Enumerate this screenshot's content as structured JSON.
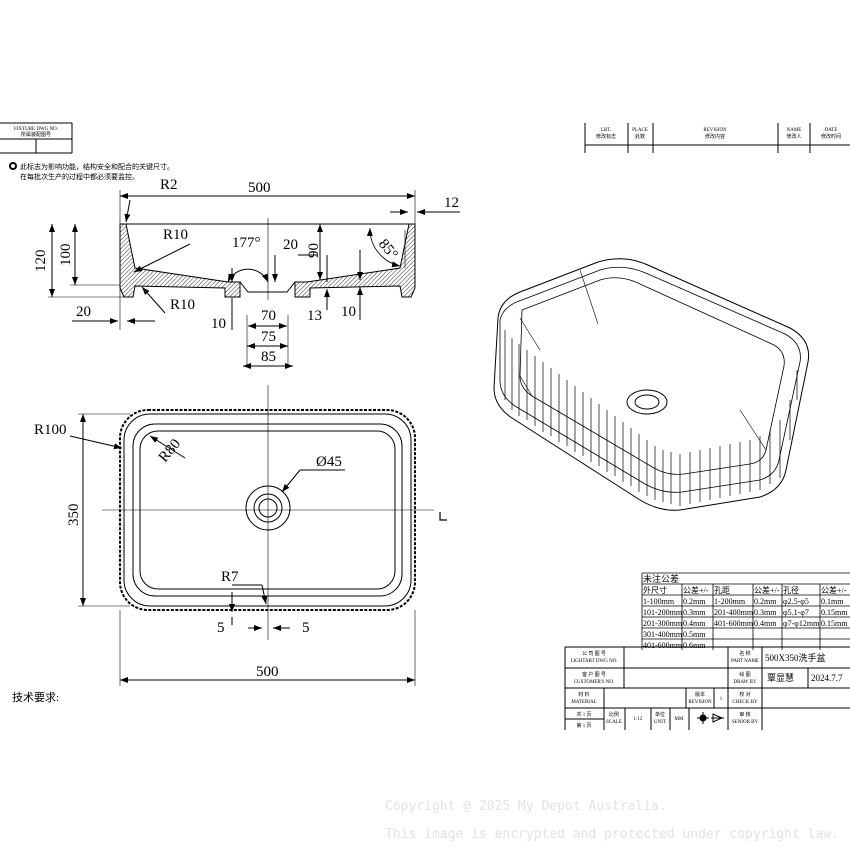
{
  "fixture_box": {
    "label_en": "FIXTURE DWG NO.",
    "label_cn": "所属装配图号"
  },
  "note": {
    "line1": "此标志为影响功能，结构安全和配合的关键尺寸。",
    "line2": "在每批次生产的过程中都必须要监控。"
  },
  "revision_header": [
    {
      "en": "LBT.",
      "cn": "修改标志"
    },
    {
      "en": "PLACE",
      "cn": "处数"
    },
    {
      "en": "REVISION",
      "cn": "修改内容"
    },
    {
      "en": "NAME",
      "cn": "修改人"
    },
    {
      "en": "DATE",
      "cn": "修改时间"
    }
  ],
  "section_view": {
    "r2": "R2",
    "width": "500",
    "rim": "12",
    "r10_top": "R10",
    "r10_bottom": "R10",
    "angle_drain": "177°",
    "d20": "20",
    "d90": "90",
    "angle_wall": "85°",
    "h120": "120",
    "h100": "100",
    "d20_foot": "20",
    "d10_left": "10",
    "d70": "70",
    "d75": "75",
    "d85": "85",
    "d13": "13",
    "d10_right": "10"
  },
  "plan_view": {
    "r100": "R100",
    "r80": "R80",
    "dia45": "Ø45",
    "h350": "350",
    "r7": "R7",
    "d5_left": "5",
    "d5_right": "5",
    "width": "500"
  },
  "tech_requirements": "技术要求:",
  "tolerance_table": {
    "title": "未注公差",
    "headers": [
      "外尺寸",
      "公差+/-",
      "孔距",
      "公差+/-",
      "孔径",
      "公差+/-"
    ],
    "rows": [
      [
        "1-100mm",
        "0.2mm",
        "1-200mm",
        "0.2mm",
        "φ2.5-φ5",
        "0.1mm"
      ],
      [
        "101-200mm",
        "0.3mm",
        "201-400mm",
        "0.3mm",
        "φ5.1-φ7",
        "0.15mm"
      ],
      [
        "201-300mm",
        "0.4mm",
        "401-600mm",
        "0.4mm",
        "φ7-φ12mm",
        "0.15mm"
      ],
      [
        "301-400mm",
        "0.5mm",
        "",
        "",
        "",
        ""
      ],
      [
        "401-600mm",
        "0.6mm",
        "",
        "",
        "",
        ""
      ]
    ]
  },
  "title_block": {
    "company_dwg": {
      "cn": "公 司 图 号",
      "en": "LIGHTART DWG NO."
    },
    "part_name": {
      "cn": "名  称",
      "en": "PART NAME",
      "value": "500X350洗手盆"
    },
    "customer_no": {
      "cn": "客 户 图 号",
      "en": "CUSTOMER'S NO."
    },
    "drawn_by": {
      "cn": "绘  图",
      "en": "DRAW  BY",
      "value": "覃显慧",
      "date": "2024.7.7"
    },
    "material": {
      "cn": "材 料",
      "en": "MATERIAL"
    },
    "revision": {
      "cn": "版本",
      "en": "REVISION",
      "value": "1"
    },
    "check_by": {
      "cn": "校  对",
      "en": "CHECK BY"
    },
    "sheets_total": "共 1 页",
    "sheet_no": "第 1 页",
    "scale": {
      "cn": "比例",
      "en": "SCALE",
      "value": "1:12"
    },
    "unit": {
      "cn": "单位",
      "en": "UNIT",
      "value": "MM"
    },
    "senior_by": {
      "cn": "审  核",
      "en": "SENIOR BY"
    }
  },
  "watermark": {
    "line1": "Copyright @ 2025 My Depot Australia.",
    "line2": "This image is encrypted and protected under copyright law."
  }
}
